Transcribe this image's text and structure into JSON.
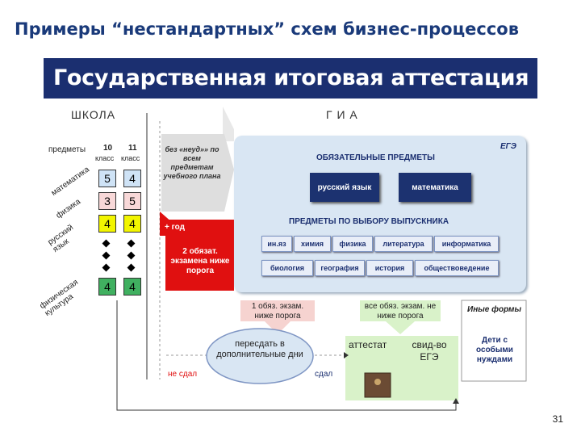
{
  "slide": {
    "title": "Примеры “нестандартных” схем бизнес-процессов",
    "banner": "Государственная итоговая аттестация",
    "page_number": "31"
  },
  "school": {
    "header": "ШКОЛА",
    "subjects_label": "предметы",
    "col10": "10",
    "col11": "11",
    "class_word": "класс",
    "rows": [
      {
        "name": "математика",
        "g10": "5",
        "g11": "4",
        "color": "#cfe3f6"
      },
      {
        "name": "физика",
        "g10": "3",
        "g11": "5",
        "color": "#f8d8d8"
      },
      {
        "name": "русский язык",
        "g10": "4",
        "g11": "4",
        "color": "#f2f500"
      },
      {
        "name": "физическая культура",
        "g10": "4",
        "g11": "4",
        "color": "#40b060"
      }
    ]
  },
  "gia": {
    "header": "Г И А",
    "ege_label": "ЕГЭ",
    "mandatory_title": "ОБЯЗАТЕЛЬНЫЕ ПРЕДМЕТЫ",
    "mandatory": [
      "русский язык",
      "математика"
    ],
    "elective_title": "ПРЕДМЕТЫ ПО ВЫБОРУ ВЫПУСКНИКА",
    "electives_row1": [
      "ин.яз",
      "химия",
      "физика",
      "литература",
      "информатика"
    ],
    "electives_row2": [
      "биология",
      "география",
      "история",
      "обществоведение"
    ]
  },
  "flow": {
    "no_fail_note": "без «неуд»» по всем предметам учебного плана",
    "plus_year": "+ год",
    "two_mandatory_fail": "2 обязат. экзамена ниже порога",
    "one_mandatory_fail": "1 обяз. экзам. ниже порога",
    "all_mandatory_pass": "все обяз. экзам. не ниже порога",
    "other_forms": "Иные формы",
    "special_needs": "Дети с особыми нуждами",
    "retake": "пересдать в дополнительные дни",
    "not_passed": "не сдал",
    "passed": "сдал",
    "certificate": "аттестат",
    "ege_cert": "свид-во ЕГЭ"
  },
  "colors": {
    "banner": "#1b2f70",
    "panel": "#d9e6f3",
    "red": "#e01010",
    "green": "#d9f2c9",
    "pink": "#f6d3d0"
  }
}
